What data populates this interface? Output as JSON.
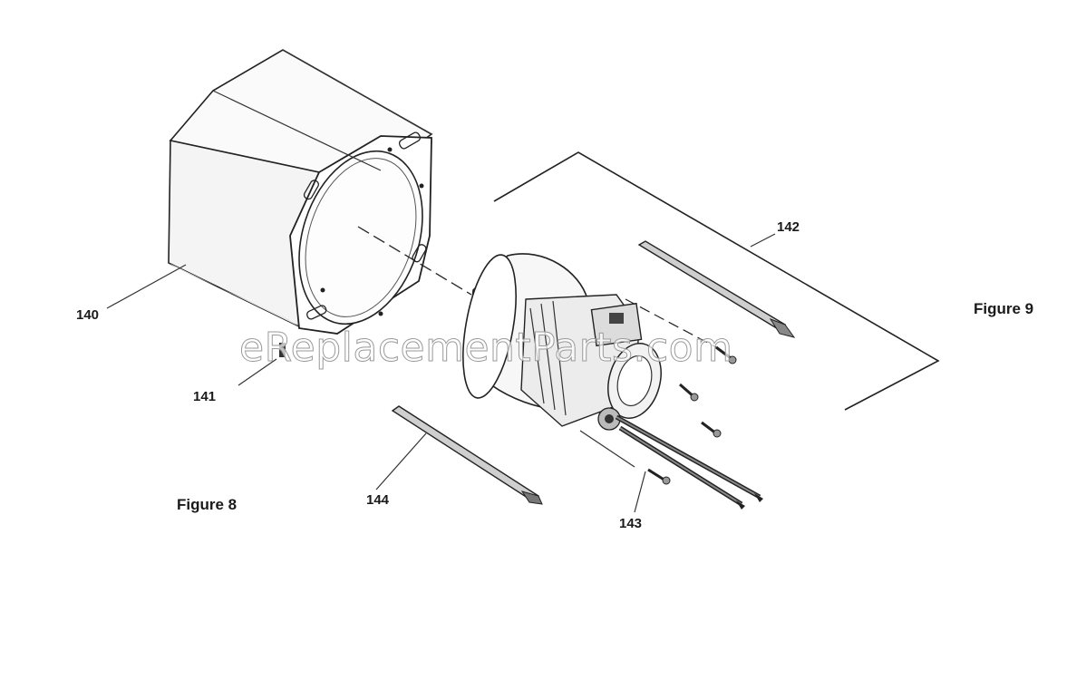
{
  "diagram": {
    "figures": [
      {
        "label": "Figure 8"
      },
      {
        "label": "Figure 9"
      }
    ],
    "parts": [
      {
        "ref": "140",
        "name": "housing"
      },
      {
        "ref": "141",
        "name": "pin"
      },
      {
        "ref": "142",
        "name": "screw-set"
      },
      {
        "ref": "143",
        "name": "screw"
      },
      {
        "ref": "144",
        "name": "through-bolt"
      }
    ],
    "watermark": "eReplacementParts.com"
  }
}
